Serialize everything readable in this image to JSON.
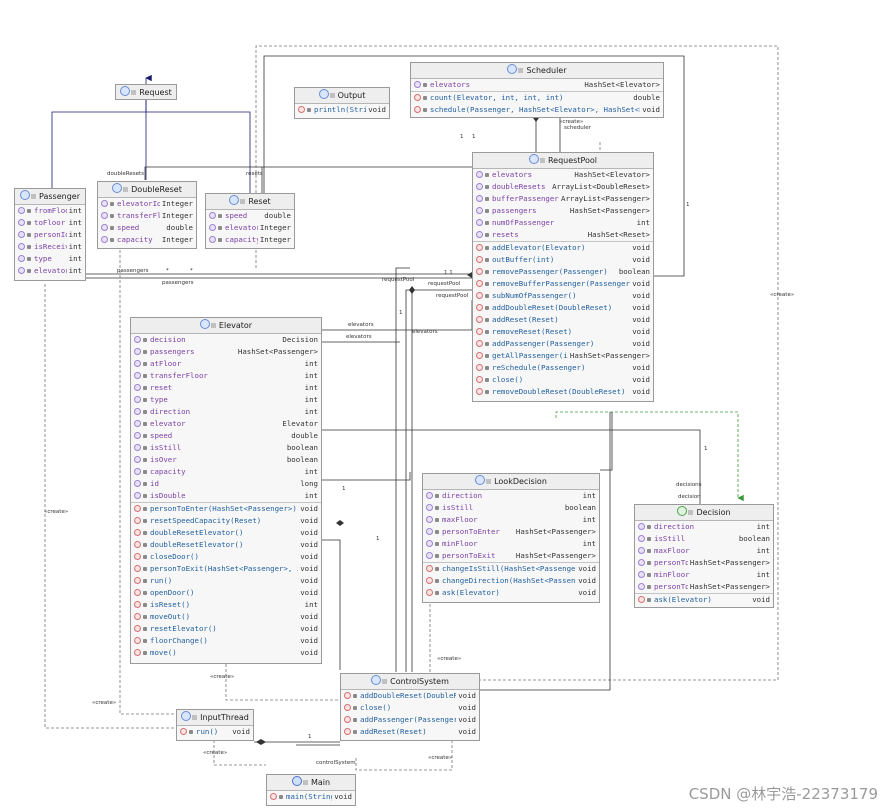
{
  "watermark": "CSDN @林宇浩-22373179",
  "labels": {
    "double_resets": "doubleResets",
    "resets": "resets",
    "passengers_a": "passengers",
    "passengers_b": "passengers",
    "star_a": "*",
    "star_b": "*",
    "request_pool_a": "requestPool",
    "request_pool_b": "requestPool",
    "request_pool_c": "requestPool",
    "scheduler": "scheduler",
    "create_a": "«create»",
    "create_b": "«create»",
    "create_c": "«create»",
    "create_d": "«create»",
    "create_e": "«create»",
    "create_f": "«create»",
    "create_g": "«create»",
    "create_h": "«create»",
    "elevators_a": "elevators",
    "elevators_b": "elevators",
    "elevators_c": "elevators",
    "decisions": "decisions",
    "decision": "decision",
    "control_system": "controlSystem",
    "one_a": "1",
    "one_b": "1",
    "one_c": "1",
    "one_d": "1",
    "one_e": "1",
    "one_f": "1",
    "one_g": "1",
    "one_h": "1",
    "one_i": "1",
    "one_j": "1 1"
  },
  "classes": {
    "request": {
      "name": "Request",
      "fields": [],
      "methods": []
    },
    "output": {
      "name": "Output",
      "fields": [],
      "methods": [
        {
          "name": "println(String)",
          "type": "void"
        }
      ]
    },
    "scheduler": {
      "name": "Scheduler",
      "fields": [
        {
          "name": "elevators",
          "type": "HashSet<Elevator>"
        }
      ],
      "methods": [
        {
          "name": "count(Elevator, int, int, int)",
          "type": "double"
        },
        {
          "name": "schedule(Passenger, HashSet<Elevator>, HashSet<Passenger>)",
          "type": "void"
        }
      ]
    },
    "passenger": {
      "name": "Passenger",
      "fields": [
        {
          "name": "fromFloor",
          "type": "int"
        },
        {
          "name": "toFloor",
          "type": "int"
        },
        {
          "name": "personId",
          "type": "int"
        },
        {
          "name": "isReceived",
          "type": "int"
        },
        {
          "name": "type",
          "type": "int"
        },
        {
          "name": "elevatorId",
          "type": "int"
        }
      ],
      "methods": []
    },
    "double_reset": {
      "name": "DoubleReset",
      "fields": [
        {
          "name": "elevatorId",
          "type": "Integer"
        },
        {
          "name": "transferFloor",
          "type": "Integer"
        },
        {
          "name": "speed",
          "type": "double"
        },
        {
          "name": "capacity",
          "type": "Integer"
        }
      ],
      "methods": []
    },
    "reset": {
      "name": "Reset",
      "fields": [
        {
          "name": "speed",
          "type": "double"
        },
        {
          "name": "elevatorId",
          "type": "Integer"
        },
        {
          "name": "capacity",
          "type": "Integer"
        }
      ],
      "methods": []
    },
    "request_pool": {
      "name": "RequestPool",
      "fields": [
        {
          "name": "elevators",
          "type": "HashSet<Elevator>"
        },
        {
          "name": "doubleResets",
          "type": "ArrayList<DoubleReset>"
        },
        {
          "name": "bufferPassengers",
          "type": "ArrayList<Passenger>"
        },
        {
          "name": "passengers",
          "type": "HashSet<Passenger>"
        },
        {
          "name": "numOfPassenger",
          "type": "int"
        },
        {
          "name": "resets",
          "type": "HashSet<Reset>"
        }
      ],
      "methods": [
        {
          "name": "addElevator(Elevator)",
          "type": "void"
        },
        {
          "name": "outBuffer(int)",
          "type": "void"
        },
        {
          "name": "removePassenger(Passenger)",
          "type": "boolean"
        },
        {
          "name": "removeBufferPassenger(Passenger)",
          "type": "void"
        },
        {
          "name": "subNumOfPassenger()",
          "type": "void"
        },
        {
          "name": "addDoubleReset(DoubleReset)",
          "type": "void"
        },
        {
          "name": "addReset(Reset)",
          "type": "void"
        },
        {
          "name": "removeReset(Reset)",
          "type": "void"
        },
        {
          "name": "addPassenger(Passenger)",
          "type": "void"
        },
        {
          "name": "getAllPassenger(int, int, int)",
          "type": "HashSet<Passenger>"
        },
        {
          "name": "reSchedule(Passenger)",
          "type": "void"
        },
        {
          "name": "close()",
          "type": "void"
        },
        {
          "name": "removeDoubleReset(DoubleReset)",
          "type": "void"
        }
      ]
    },
    "elevator": {
      "name": "Elevator",
      "fields": [
        {
          "name": "decision",
          "type": "Decision"
        },
        {
          "name": "passengers",
          "type": "HashSet<Passenger>"
        },
        {
          "name": "atFloor",
          "type": "int"
        },
        {
          "name": "transferFloor",
          "type": "int"
        },
        {
          "name": "reset",
          "type": "int"
        },
        {
          "name": "type",
          "type": "int"
        },
        {
          "name": "direction",
          "type": "int"
        },
        {
          "name": "elevator",
          "type": "Elevator"
        },
        {
          "name": "speed",
          "type": "double"
        },
        {
          "name": "isStill",
          "type": "boolean"
        },
        {
          "name": "isOver",
          "type": "boolean"
        },
        {
          "name": "capacity",
          "type": "int"
        },
        {
          "name": "id",
          "type": "long"
        },
        {
          "name": "isDouble",
          "type": "int"
        }
      ],
      "methods": [
        {
          "name": "personToEnter(HashSet<Passenger>)",
          "type": "void"
        },
        {
          "name": "resetSpeedCapacity(Reset)",
          "type": "void"
        },
        {
          "name": "doubleResetElevator()",
          "type": "void"
        },
        {
          "name": "doubleResetElevator()",
          "type": "void"
        },
        {
          "name": "closeDoor()",
          "type": "void"
        },
        {
          "name": "personToExit(HashSet<Passenger>, int, int)",
          "type": "void"
        },
        {
          "name": "run()",
          "type": "void"
        },
        {
          "name": "openDoor()",
          "type": "void"
        },
        {
          "name": "isReset()",
          "type": "int"
        },
        {
          "name": "moveOut()",
          "type": "void"
        },
        {
          "name": "resetElevator()",
          "type": "void"
        },
        {
          "name": "floorChange()",
          "type": "void"
        },
        {
          "name": "move()",
          "type": "void"
        }
      ]
    },
    "look_decision": {
      "name": "LookDecision",
      "fields": [
        {
          "name": "direction",
          "type": "int"
        },
        {
          "name": "isStill",
          "type": "boolean"
        },
        {
          "name": "maxFloor",
          "type": "int"
        },
        {
          "name": "personToEnter",
          "type": "HashSet<Passenger>"
        },
        {
          "name": "minFloor",
          "type": "int"
        },
        {
          "name": "personToExit",
          "type": "HashSet<Passenger>"
        }
      ],
      "methods": [
        {
          "name": "changeIsStill(HashSet<Passenger>, int)",
          "type": "void"
        },
        {
          "name": "changeDirection(HashSet<Passenger>)",
          "type": "void"
        },
        {
          "name": "ask(Elevator)",
          "type": "void"
        }
      ]
    },
    "decision": {
      "name": "Decision",
      "fields": [
        {
          "name": "direction",
          "type": "int"
        },
        {
          "name": "isStill",
          "type": "boolean"
        },
        {
          "name": "maxFloor",
          "type": "int"
        },
        {
          "name": "personToEnter",
          "type": "HashSet<Passenger>"
        },
        {
          "name": "minFloor",
          "type": "int"
        },
        {
          "name": "personToExit",
          "type": "HashSet<Passenger>"
        }
      ],
      "methods": [
        {
          "name": "ask(Elevator)",
          "type": "void"
        }
      ]
    },
    "control_system": {
      "name": "ControlSystem",
      "fields": [],
      "methods": [
        {
          "name": "addDoubleReset(DoubleReset)",
          "type": "void"
        },
        {
          "name": "close()",
          "type": "void"
        },
        {
          "name": "addPassenger(Passenger)",
          "type": "void"
        },
        {
          "name": "addReset(Reset)",
          "type": "void"
        }
      ]
    },
    "input_thread": {
      "name": "InputThread",
      "fields": [],
      "methods": [
        {
          "name": "run()",
          "type": "void"
        }
      ]
    },
    "main": {
      "name": "Main",
      "fields": [],
      "methods": [
        {
          "name": "main(String[])",
          "type": "void"
        }
      ]
    }
  }
}
